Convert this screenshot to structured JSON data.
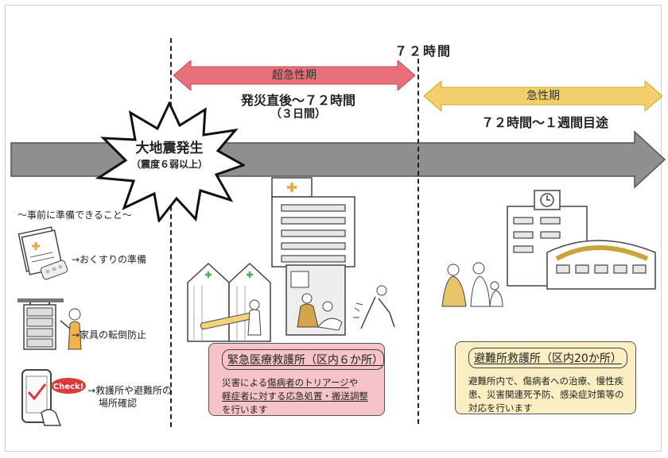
{
  "header": {
    "boundary_label": "７２時間"
  },
  "phase_super_acute": {
    "title": "超急性期",
    "range": "発災直後～７２時間",
    "range_sub": "（３日間）",
    "color": "#e8707a"
  },
  "phase_acute": {
    "title": "急性期",
    "range": "７２時間～１週間目途",
    "color": "#f2cf6b"
  },
  "timeline": {
    "color": "#8f8f8f"
  },
  "earthquake": {
    "title": "大地震発生",
    "subtitle": "（震度６弱以上）"
  },
  "preparation": {
    "heading": "～事前に準備できること～",
    "items": [
      {
        "icon": "medicine-notebook-icon",
        "label": "→おくすりの準備"
      },
      {
        "icon": "furniture-icon",
        "label": "→家具の転倒防止"
      },
      {
        "icon": "smartphone-check-icon",
        "label": "→救護所や避難所の",
        "label2": "場所確認",
        "badge": "Check!"
      }
    ]
  },
  "emergency_station": {
    "title": "緊急医療救護所（区内６か所）",
    "line1_pre": "災害による",
    "line1_u": "傷病者のトリアージ",
    "line1_post": "や",
    "line2_u": "軽症者に対する応急処置・搬送調整",
    "line3": "を行います",
    "bg": "#f6c3c8"
  },
  "shelter_station": {
    "title": "避難所救護所（区内20か所）",
    "lines": [
      "避難所内で、傷病者への治療、慢性疾",
      "患、災害関連死予防、感染症対策等の",
      "対応を行います"
    ],
    "bg": "#fbeec3"
  }
}
